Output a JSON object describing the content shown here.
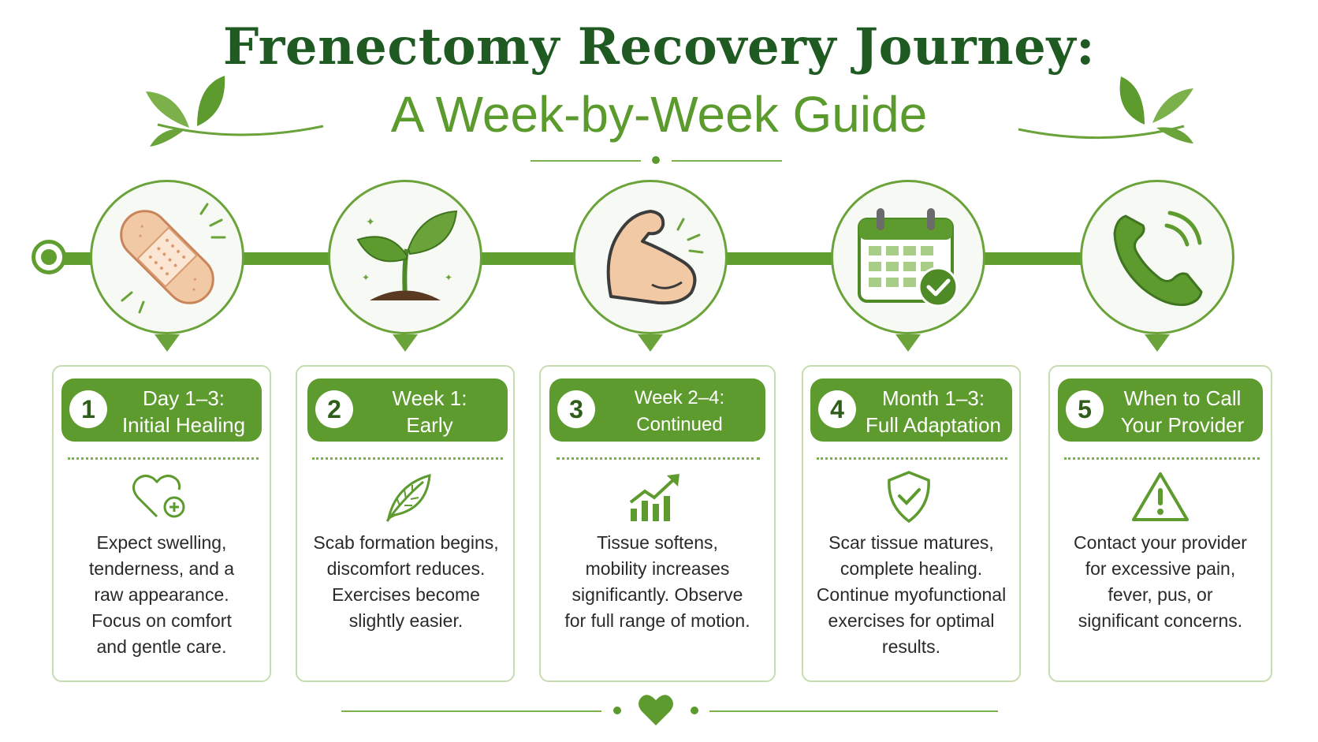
{
  "header": {
    "title": "Frenectomy Recovery Journey:",
    "subtitle": "A Week-by-Week Guide"
  },
  "colors": {
    "dark_green": "#1f5a22",
    "accent_green": "#5e9b2f",
    "light_green": "#c6dcb0",
    "skin": "#f2c9a5"
  },
  "stages": [
    {
      "number": "1",
      "title_line1": "Day 1–3:",
      "title_line2": "Initial Healing",
      "illustration": "bandage-icon",
      "small_icon": "heart-plus-icon",
      "text": [
        "Expect swelling,",
        "tenderness, and a",
        "raw appearance.",
        "Focus on comfort",
        "and gentle care."
      ]
    },
    {
      "number": "2",
      "title_line1": "Week 1:",
      "title_line2": "Early Progression",
      "illustration": "sprout-icon",
      "small_icon": "leaf-icon",
      "text": [
        "Scab formation begins,",
        "discomfort reduces.",
        "Exercises become",
        "slightly easier."
      ]
    },
    {
      "number": "3",
      "title_line1": "Week 2–4:",
      "title_line2": "Continued Improvement",
      "illustration": "flexed-arm-icon",
      "small_icon": "growth-chart-icon",
      "text": [
        "Tissue softens,",
        "mobility increases",
        "significantly. Observe",
        "for full range of motion."
      ]
    },
    {
      "number": "4",
      "title_line1": "Month 1–3:",
      "title_line2": "Full Adaptation",
      "illustration": "calendar-check-icon",
      "small_icon": "shield-check-icon",
      "text": [
        "Scar tissue matures,",
        "complete healing.",
        "Continue myofunctional",
        "exercises for optimal",
        "results."
      ]
    },
    {
      "number": "5",
      "title_line1": "When to Call",
      "title_line2": "Your Provider",
      "illustration": "phone-icon",
      "small_icon": "warning-icon",
      "text": [
        "Contact your provider",
        "for excessive pain,",
        "fever, pus, or",
        "significant concerns."
      ]
    }
  ]
}
